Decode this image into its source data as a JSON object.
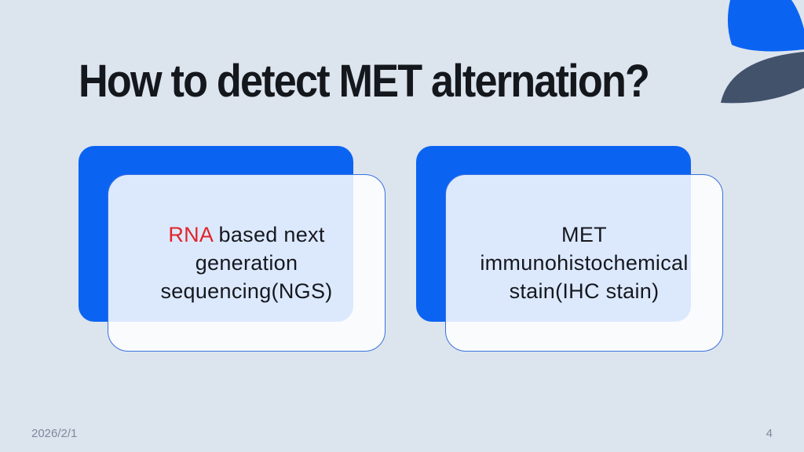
{
  "slide": {
    "title": "How to detect MET alternation?",
    "date": "2026/2/1",
    "page_number": "4"
  },
  "cards": [
    {
      "highlight": "RNA",
      "rest": " based next generation sequencing(NGS)"
    },
    {
      "highlight": "",
      "rest": "MET immunohistochemical stain(IHC stain)"
    }
  ],
  "icons": {
    "decoration": "leaf-shapes"
  },
  "colors": {
    "background": "#dce4ee",
    "accent_blue": "#0b63f2",
    "accent_dark": "#42526b",
    "card_border": "#3a72dd",
    "highlight_red": "#e2232a",
    "title_color": "#14171c",
    "body_text": "#16181f",
    "footer_color": "#7e8a9b"
  }
}
